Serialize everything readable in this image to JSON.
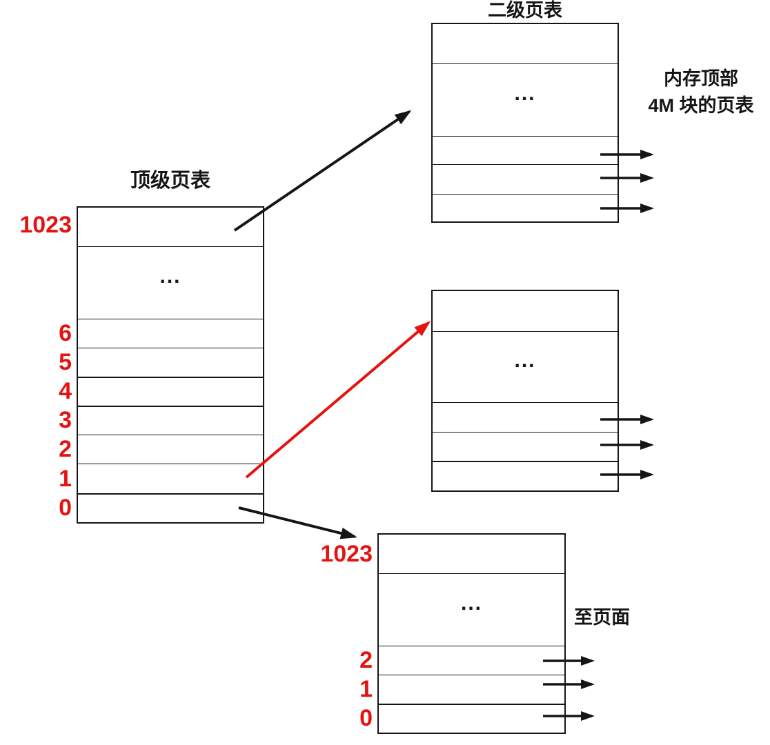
{
  "diagram": {
    "top_table": {
      "title": "顶级页表",
      "ellipsis": "...",
      "row_labels": [
        "1023",
        "6",
        "5",
        "4",
        "3",
        "2",
        "1",
        "0"
      ]
    },
    "second_table": {
      "title": "二级页表",
      "ellipsis": "..."
    },
    "middle_table": {
      "ellipsis": "..."
    },
    "bottom_table": {
      "ellipsis": "...",
      "row_labels": [
        "1023",
        "2",
        "1",
        "0"
      ]
    },
    "labels": {
      "memory_top_line1": "内存顶部",
      "memory_top_line2": "4M 块的页表",
      "to_pages": "至页面"
    },
    "colors": {
      "red": "#e41310",
      "black": "#151515"
    }
  }
}
